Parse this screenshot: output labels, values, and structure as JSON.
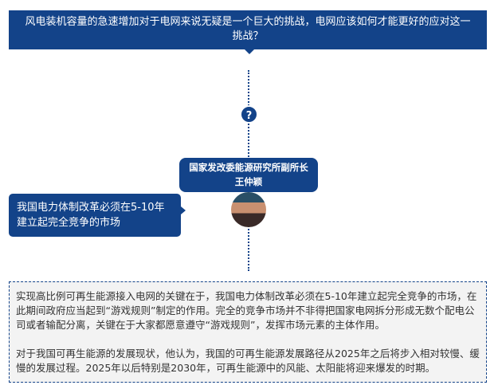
{
  "header": {
    "question": "风电装机容量的急速增加对于电网来说无疑是一个巨大的挑战，电网应该如何才能更好的应对这一挑战？"
  },
  "timeline": {
    "marker": "?"
  },
  "speaker": {
    "title": "国家发改委能源研究所副所长",
    "name": "王仲颖"
  },
  "quote": "我国电力体制改革必须在5-10年建立起完全竞争的市场",
  "info": {
    "paragraphs": [
      "实现高比例可再生能源接入电网的关键在于，我国电力体制改革必须在5-10年建立起完全竞争的市场，在此期间政府应当起到“游戏规则”制定的作用。完全的竞争市场并不非得把国家电网拆分形成无数个配电公司或者输配分离，关键在于大家都愿意遵守“游戏规则”，发挥市场元素的主体作用。",
      "对于我国可再生能源的发展现状，他认为，我国的可再生能源发展路径从2025年之后将步入相对较慢、缓慢的发展过程。2025年以后特别是2030年，可再生能源中的风能、太阳能将迎来爆发的时期。"
    ]
  }
}
